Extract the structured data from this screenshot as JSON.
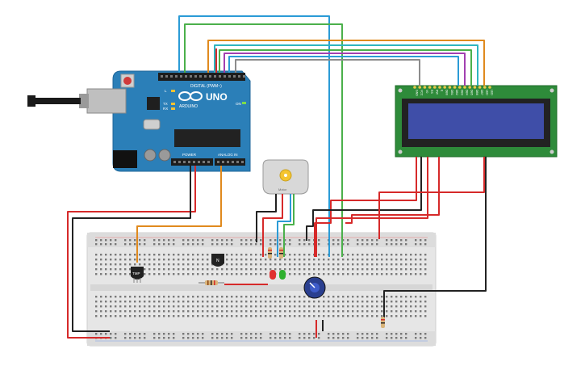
{
  "arduino": {
    "logo": "UNO",
    "brand": "ARDUINO",
    "digital_label": "DIGITAL (PWM~)",
    "analog_label": "ANALOG IN",
    "power_label": "POWER",
    "led_labels": [
      "L",
      "TX",
      "RX"
    ],
    "on_label": "ON",
    "icons": [
      "arduino-infinity-logo",
      "usb-connector",
      "reset-button",
      "power-jack"
    ]
  },
  "lcd": {
    "pin_labels": [
      "GND",
      "VCC",
      "V0",
      "RS",
      "RW",
      "E",
      "DB0",
      "DB1",
      "DB2",
      "DB3",
      "DB4",
      "DB5",
      "DB6",
      "DB7",
      "LED",
      "LED"
    ]
  },
  "components": {
    "tmp_sensor_label": "TMP",
    "transistor_label": "N",
    "motor_label": "Motor"
  },
  "colors": {
    "arduino_board": "#2b7fb8",
    "breadboard": "#e5e5e5",
    "lcd_board": "#2e8b3a",
    "lcd_screen": "#3f4ea8",
    "wire_red": "#d62a2a",
    "wire_black": "#222222",
    "wire_orange": "#e08a1e",
    "wire_blue": "#2b9bd6",
    "wire_green": "#4bb04b",
    "wire_purple": "#a23fb0",
    "wire_gray": "#8c8c8c",
    "wire_teal": "#2fb5c0"
  }
}
